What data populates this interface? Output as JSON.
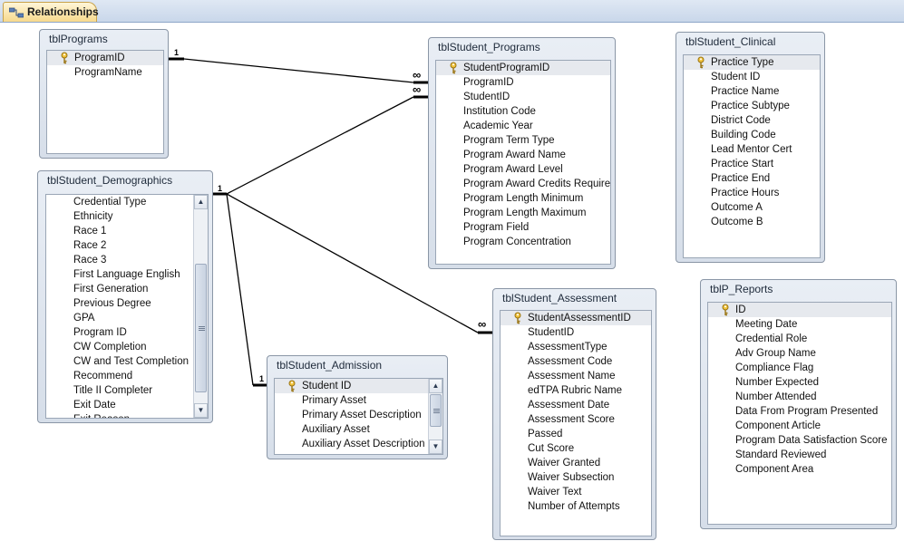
{
  "tab": {
    "label": "Relationships"
  },
  "tables": {
    "programs": {
      "title": "tblPrograms",
      "fields": [
        {
          "name": "ProgramID",
          "key": true
        },
        {
          "name": "ProgramName",
          "key": false
        }
      ]
    },
    "student_programs": {
      "title": "tblStudent_Programs",
      "fields": [
        {
          "name": "StudentProgramID",
          "key": true
        },
        {
          "name": "ProgramID",
          "key": false
        },
        {
          "name": "StudentID",
          "key": false
        },
        {
          "name": "Institution Code",
          "key": false
        },
        {
          "name": "Academic Year",
          "key": false
        },
        {
          "name": "Program Term Type",
          "key": false
        },
        {
          "name": "Program Award Name",
          "key": false
        },
        {
          "name": "Program Award Level",
          "key": false
        },
        {
          "name": "Program Award Credits Require",
          "key": false
        },
        {
          "name": "Program Length Minimum",
          "key": false
        },
        {
          "name": "Program Length Maximum",
          "key": false
        },
        {
          "name": "Program Field",
          "key": false
        },
        {
          "name": "Program Concentration",
          "key": false
        }
      ]
    },
    "student_clinical": {
      "title": "tblStudent_Clinical",
      "fields": [
        {
          "name": "Practice Type",
          "key": true
        },
        {
          "name": "Student ID",
          "key": false
        },
        {
          "name": "Practice Name",
          "key": false
        },
        {
          "name": "Practice Subtype",
          "key": false
        },
        {
          "name": "District Code",
          "key": false
        },
        {
          "name": "Building Code",
          "key": false
        },
        {
          "name": "Lead Mentor Cert",
          "key": false
        },
        {
          "name": "Practice Start",
          "key": false
        },
        {
          "name": "Practice End",
          "key": false
        },
        {
          "name": "Practice Hours",
          "key": false
        },
        {
          "name": "Outcome A",
          "key": false
        },
        {
          "name": "Outcome B",
          "key": false
        }
      ]
    },
    "student_demographics": {
      "title": "tblStudent_Demographics",
      "fields": [
        {
          "name": "Credential Type",
          "key": false
        },
        {
          "name": "Ethnicity",
          "key": false
        },
        {
          "name": "Race 1",
          "key": false
        },
        {
          "name": "Race 2",
          "key": false
        },
        {
          "name": "Race 3",
          "key": false
        },
        {
          "name": "First Language English",
          "key": false
        },
        {
          "name": "First Generation",
          "key": false
        },
        {
          "name": "Previous Degree",
          "key": false
        },
        {
          "name": "GPA",
          "key": false
        },
        {
          "name": "Program ID",
          "key": false
        },
        {
          "name": "CW Completion",
          "key": false
        },
        {
          "name": "CW and Test Completion",
          "key": false
        },
        {
          "name": "Recommend",
          "key": false
        },
        {
          "name": "Title II Completer",
          "key": false
        },
        {
          "name": "Exit Date",
          "key": false
        },
        {
          "name": "Exit Reason",
          "key": false
        }
      ]
    },
    "student_admission": {
      "title": "tblStudent_Admission",
      "fields": [
        {
          "name": "Student ID",
          "key": true
        },
        {
          "name": "Primary Asset",
          "key": false
        },
        {
          "name": "Primary Asset Description",
          "key": false
        },
        {
          "name": "Auxiliary Asset",
          "key": false
        },
        {
          "name": "Auxiliary Asset Description",
          "key": false
        }
      ]
    },
    "student_assessment": {
      "title": "tblStudent_Assessment",
      "fields": [
        {
          "name": "StudentAssessmentID",
          "key": true
        },
        {
          "name": "StudentID",
          "key": false
        },
        {
          "name": "AssessmentType",
          "key": false
        },
        {
          "name": "Assessment Code",
          "key": false
        },
        {
          "name": "Assessment Name",
          "key": false
        },
        {
          "name": "edTPA Rubric Name",
          "key": false
        },
        {
          "name": "Assessment Date",
          "key": false
        },
        {
          "name": "Assessment Score",
          "key": false
        },
        {
          "name": "Passed",
          "key": false
        },
        {
          "name": "Cut Score",
          "key": false
        },
        {
          "name": "Waiver Granted",
          "key": false
        },
        {
          "name": "Waiver Subsection",
          "key": false
        },
        {
          "name": "Waiver Text",
          "key": false
        },
        {
          "name": "Number of Attempts",
          "key": false
        }
      ]
    },
    "ip_reports": {
      "title": "tblP_Reports",
      "fields": [
        {
          "name": "ID",
          "key": true
        },
        {
          "name": "Meeting Date",
          "key": false
        },
        {
          "name": "Credential Role",
          "key": false
        },
        {
          "name": "Adv Group Name",
          "key": false
        },
        {
          "name": "Compliance Flag",
          "key": false
        },
        {
          "name": "Number Expected",
          "key": false
        },
        {
          "name": "Number Attended",
          "key": false
        },
        {
          "name": "Data From Program Presented",
          "key": false
        },
        {
          "name": "Component Article",
          "key": false
        },
        {
          "name": "Program Data Satisfaction Score",
          "key": false
        },
        {
          "name": "Standard Reviewed",
          "key": false
        },
        {
          "name": "Component Area",
          "key": false
        }
      ]
    }
  },
  "relationships": [
    {
      "from": "programs.ProgramID",
      "to": "student_programs.ProgramID",
      "one_label": "1",
      "many_label": "∞"
    },
    {
      "from": "student_demographics",
      "to": "student_programs.StudentID",
      "one_label": "1",
      "many_label": "∞"
    },
    {
      "from": "student_demographics",
      "to": "student_assessment.StudentID",
      "one_label": "1",
      "many_label": "∞"
    },
    {
      "from": "student_demographics",
      "to": "student_admission.Student ID",
      "one_label": "1",
      "many_label": "1"
    }
  ],
  "icons": {
    "tab": "relationships-icon",
    "key": "key-icon"
  }
}
